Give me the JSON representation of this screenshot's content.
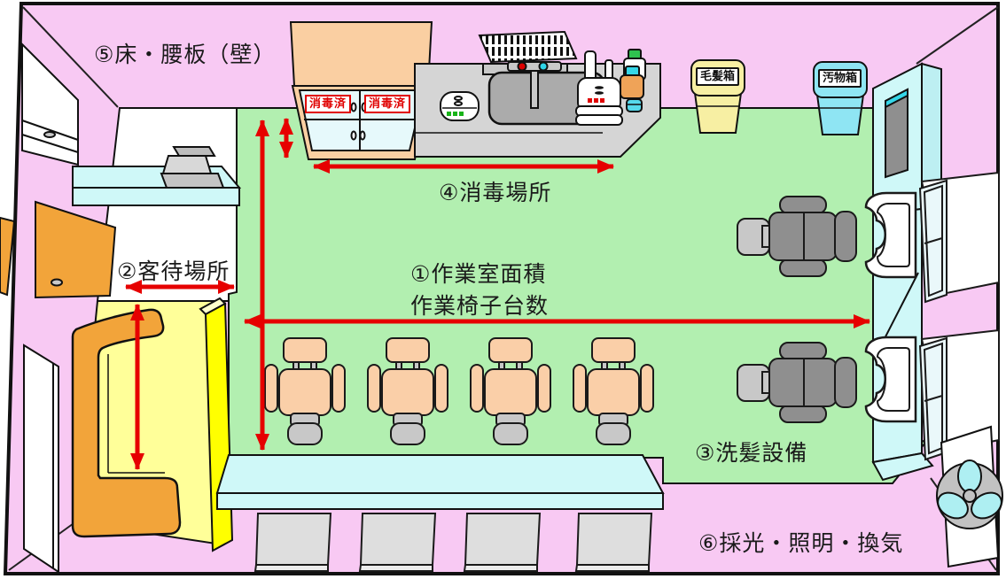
{
  "diagram_type": "salon-floor-plan-inspection",
  "labels": {
    "work_area_line1": "①作業室面積",
    "work_area_line2": "作業椅子台数",
    "waiting_area": "②客待場所",
    "shampoo_equipment": "③洗髪設備",
    "disinfection_area": "④消毒場所",
    "floor_wainscot": "⑤床・腰板（壁）",
    "lighting_ventilation": "⑥採光・照明・換気"
  },
  "equipment": {
    "hair_box_label": "毛髪箱",
    "waste_box_label": "汚物箱",
    "disinfected_stamp_left": "消毒済",
    "disinfected_stamp_right": "消毒済"
  },
  "colors": {
    "wall_pink": "#F8C9F3",
    "floor_green": "#B2EFB0",
    "waiting_floor_yellow": "#FFFF99",
    "partition_yellow": "#FFFF00",
    "counter_cyan": "#CFF8F8",
    "furniture_orange": "#F2A43A",
    "cabinet_peach": "#FACFA2",
    "chair_peach": "#FACFA8",
    "arrow_red": "#E60000",
    "hair_box_yellow": "#F7EFA3",
    "waste_box_blue": "#8FE5F3"
  },
  "counts": {
    "styling_chairs": 4,
    "shampoo_chairs": 2,
    "mirrors": 4,
    "sinks": 1
  }
}
